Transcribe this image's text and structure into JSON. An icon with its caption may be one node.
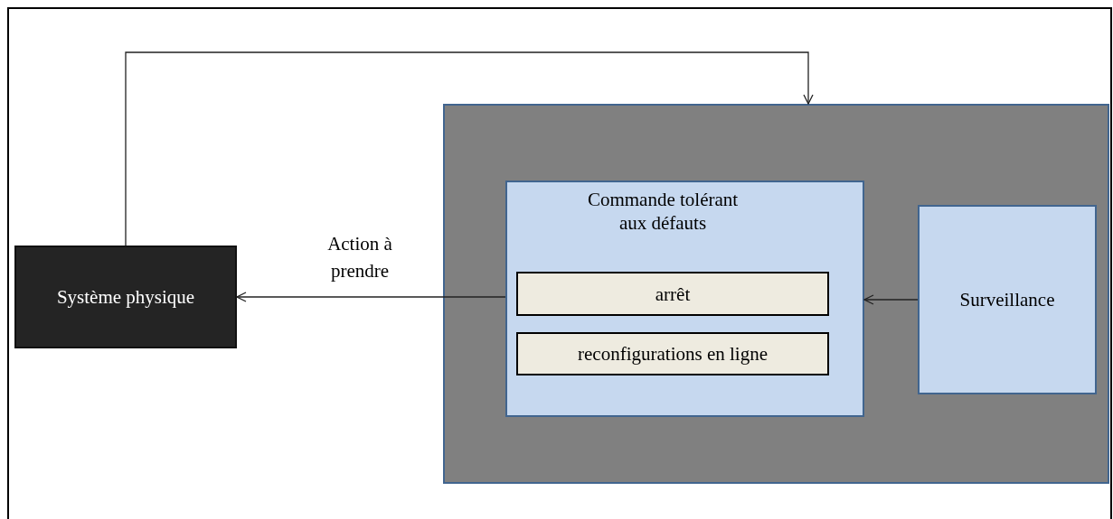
{
  "diagram": {
    "nodes": [
      {
        "text": [
          "Système physique"
        ]
      },
      {
        "text": [],
        "shape": "box"
      },
      {
        "text": [
          "Commande tolérant aux défauts"
        ],
        "in": 1
      },
      {
        "text": [
          "arrêt"
        ],
        "in": 2
      },
      {
        "text": [
          "reconfigurations en ligne"
        ],
        "in": 2
      },
      {
        "text": [
          "Surveillance"
        ],
        "in": 1
      }
    ],
    "edges": [
      {
        "from": 0,
        "to": 1,
        "arrow": "to"
      },
      {
        "from": 2,
        "to": 0,
        "arrow": "to",
        "label": "Action à prendre"
      },
      {
        "from": 5,
        "to": 2,
        "arrow": "to"
      }
    ]
  }
}
